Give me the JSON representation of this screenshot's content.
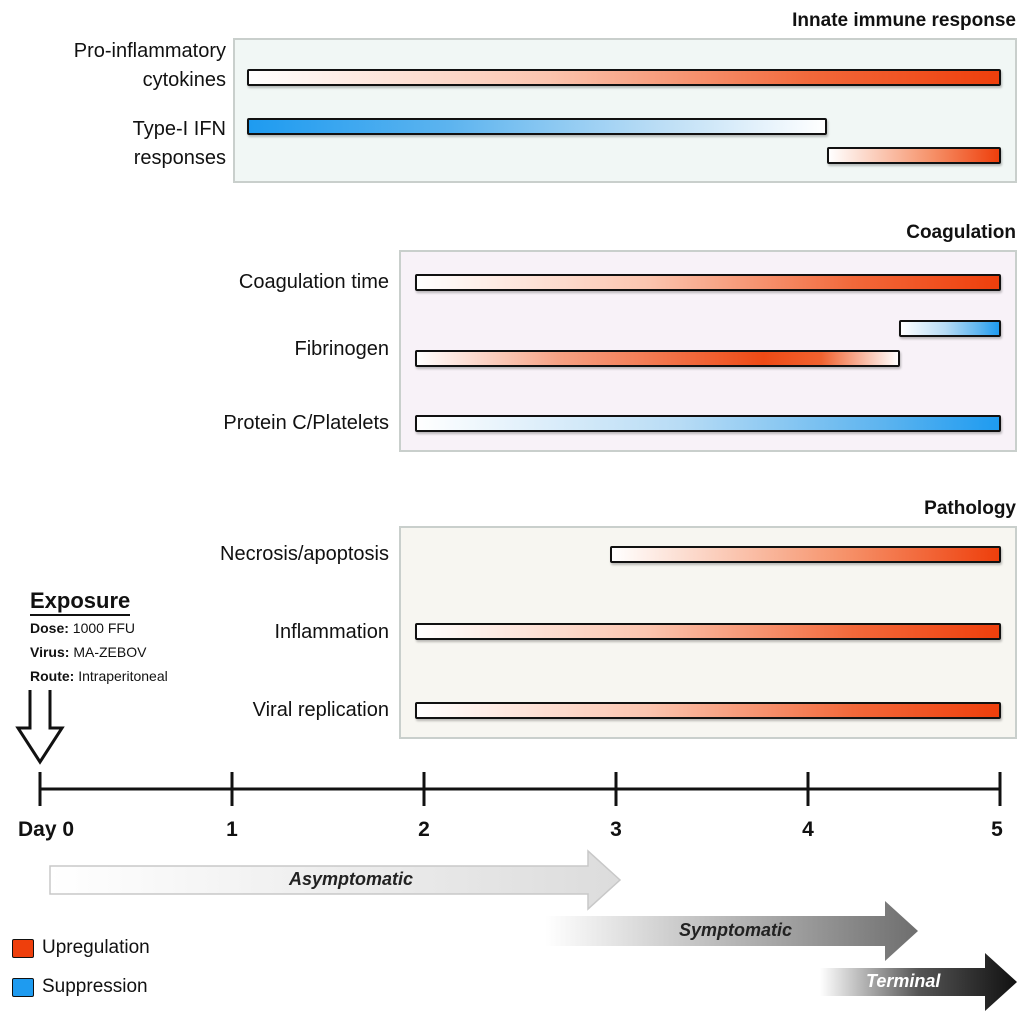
{
  "sections": {
    "innate": "Innate immune response",
    "coagulation": "Coagulation",
    "pathology": "Pathology"
  },
  "labels": {
    "proinflammatory_line1": "Pro-inflammatory",
    "proinflammatory_line2": "cytokines",
    "ifn_line1": "Type-I IFN",
    "ifn_line2": "responses",
    "coag_time": "Coagulation time",
    "fibrinogen": "Fibrinogen",
    "protein_c": "Protein C/Platelets",
    "necrosis": "Necrosis/apoptosis",
    "inflammation": "Inflammation",
    "viral": "Viral replication"
  },
  "exposure": {
    "title": "Exposure",
    "dose_label": "Dose:",
    "dose_value": "1000 FFU",
    "virus_label": "Virus:",
    "virus_value": "MA-ZEBOV",
    "route_label": "Route:",
    "route_value": "Intraperitoneal"
  },
  "timeline": {
    "ticks": [
      "Day 0",
      "1",
      "2",
      "3",
      "4",
      "5"
    ]
  },
  "phases": {
    "asymptomatic": "Asymptomatic",
    "symptomatic": "Symptomatic",
    "terminal": "Terminal"
  },
  "legend": {
    "up": "Upregulation",
    "down": "Suppression"
  },
  "colors": {
    "upregulation": "#ee3f0c",
    "suppression": "#1e9bf0"
  }
}
